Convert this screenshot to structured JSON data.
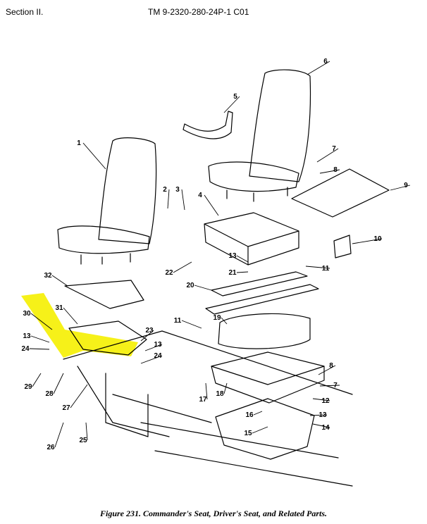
{
  "header": {
    "section": "Section II.",
    "manual": "TM 9-2320-280-24P-1  C01"
  },
  "caption": "Figure 231.  Commander's Seat, Driver's Seat, and Related Parts.",
  "highlight_color": "#f5f000",
  "callouts": [
    {
      "label": "1"
    },
    {
      "label": "2"
    },
    {
      "label": "3"
    },
    {
      "label": "4"
    },
    {
      "label": "5"
    },
    {
      "label": "6"
    },
    {
      "label": "7"
    },
    {
      "label": "8"
    },
    {
      "label": "9"
    },
    {
      "label": "10"
    },
    {
      "label": "11"
    },
    {
      "label": "13"
    },
    {
      "label": "21"
    },
    {
      "label": "22"
    },
    {
      "label": "20"
    },
    {
      "label": "11"
    },
    {
      "label": "19"
    },
    {
      "label": "8"
    },
    {
      "label": "7"
    },
    {
      "label": "12"
    },
    {
      "label": "13"
    },
    {
      "label": "14"
    },
    {
      "label": "16"
    },
    {
      "label": "15"
    },
    {
      "label": "17"
    },
    {
      "label": "18"
    },
    {
      "label": "32"
    },
    {
      "label": "31"
    },
    {
      "label": "30"
    },
    {
      "label": "13"
    },
    {
      "label": "24"
    },
    {
      "label": "23"
    },
    {
      "label": "13"
    },
    {
      "label": "24"
    },
    {
      "label": "29"
    },
    {
      "label": "28"
    },
    {
      "label": "27"
    },
    {
      "label": "26"
    },
    {
      "label": "25"
    }
  ]
}
